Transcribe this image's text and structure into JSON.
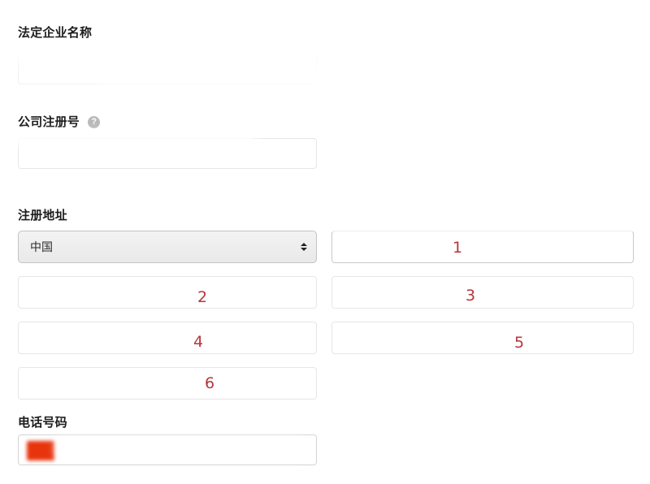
{
  "form": {
    "fields": [
      {
        "id": "legal-business-name",
        "label": "法定企业名称",
        "value": "",
        "has_help": false
      },
      {
        "id": "company-registration-number",
        "label": "公司注册号",
        "value": "",
        "has_help": true,
        "help_glyph": "?"
      },
      {
        "id": "registered-address",
        "label": "注册地址",
        "value": "",
        "has_help": false
      },
      {
        "id": "phone-number",
        "label": "电话号码",
        "value": "",
        "has_help": false
      }
    ],
    "country_select": {
      "name": "country-select",
      "value": "中国",
      "options": [
        "中国"
      ],
      "icon": "up-down-stepper-icon"
    },
    "address_inputs": [
      {
        "id": "address-field-1",
        "marker": "1",
        "value": ""
      },
      {
        "id": "address-field-2",
        "marker": "2",
        "value": ""
      },
      {
        "id": "address-field-3",
        "marker": "3",
        "value": ""
      },
      {
        "id": "address-field-4",
        "marker": "4",
        "value": ""
      },
      {
        "id": "address-field-5",
        "marker": "5",
        "value": ""
      },
      {
        "id": "address-field-6",
        "marker": "6",
        "value": ""
      }
    ],
    "phone_input": {
      "id": "phone-input",
      "value": "",
      "flag_icon": "china-flag-icon"
    }
  },
  "colors": {
    "marker_red": "#b5363c",
    "label_text": "#1c1c1c",
    "input_border": "#c9c9c9",
    "select_bg": "#ececec",
    "flag_red": "#e8340c",
    "help_badge": "#b9b9b9"
  }
}
